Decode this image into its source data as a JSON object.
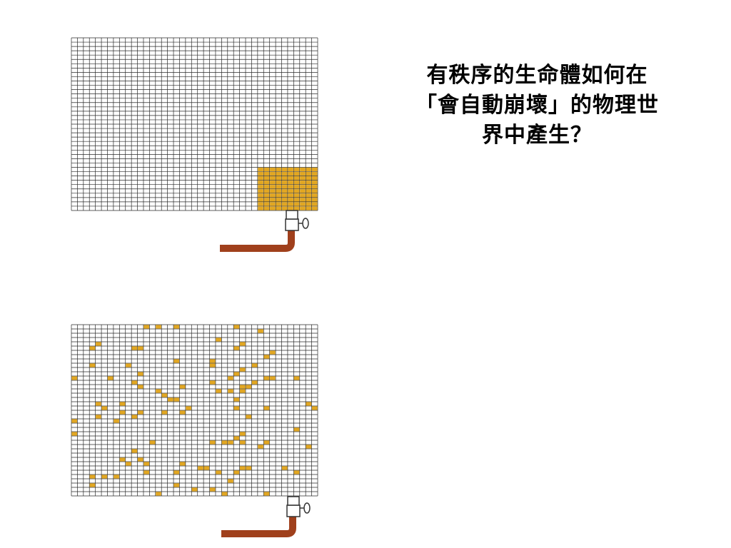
{
  "question": {
    "lines": [
      "有秩序的生命體如何在",
      "「會自動崩壞」的物理世",
      "界中產生？"
    ]
  },
  "colors": {
    "grid_line": "#2b2b2b",
    "grid_bg": "#ffffff",
    "particle": "#e2a722",
    "pipe": "#a0401c",
    "valve": "#ffffff"
  },
  "figures": [
    {
      "state": "ordered",
      "grid_columns": 41,
      "grid_rows": 40,
      "cluster_columns": 10,
      "cluster_rows": 10
    },
    {
      "state": "dispersed",
      "grid_columns": 41,
      "grid_rows": 40,
      "scattered_particles": 100
    }
  ]
}
